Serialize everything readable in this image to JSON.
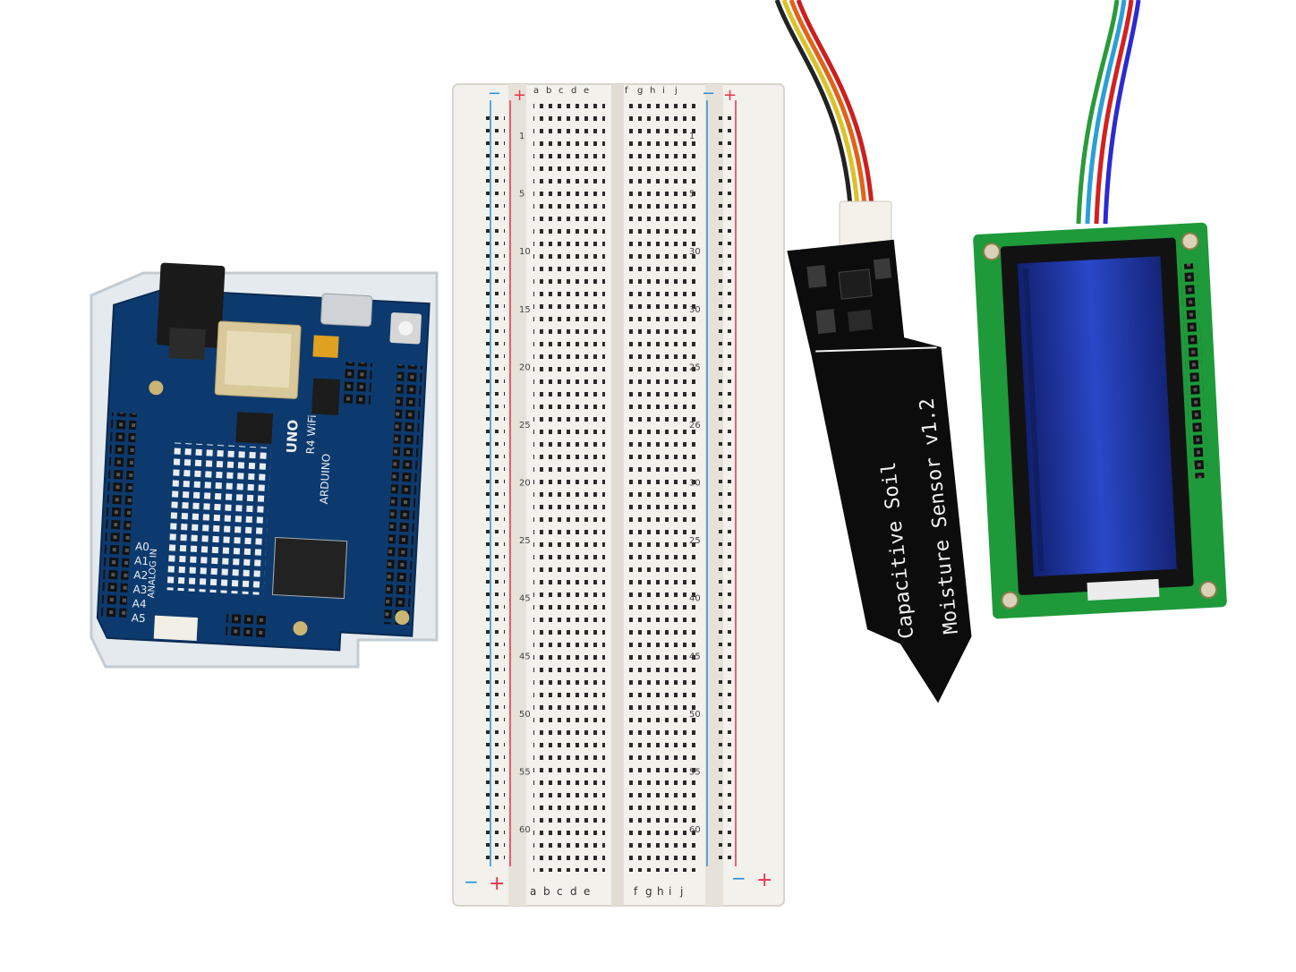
{
  "colors": {
    "background": "#ffffff",
    "arduino_board": "#0d3a6e",
    "arduino_case": "#e9eef2",
    "breadboard": "#f3f1ec",
    "rail_red": "#e8334a",
    "rail_blue": "#2a8fd8",
    "sensor_pcb": "#0c0c0c",
    "lcd_pcb": "#1e9a3a",
    "lcd_screen": "#1c2f8a"
  },
  "arduino": {
    "silkscreen": {
      "model": "UNO",
      "series": "R4 WiFi",
      "brand": "ARDUINO",
      "analog_pins": [
        "A0",
        "A1",
        "A2",
        "A3",
        "A4",
        "A5"
      ],
      "header_label": "ANALOG IN"
    }
  },
  "breadboard": {
    "columns_left": [
      "a",
      "b",
      "c",
      "d",
      "e"
    ],
    "columns_right": [
      "f",
      "g",
      "h",
      "i",
      "j"
    ],
    "rail_minus": "−",
    "rail_plus": "+",
    "row_numbers_left": [
      "1",
      "5",
      "10",
      "15",
      "20",
      "25",
      "20",
      "25",
      "45",
      "45",
      "50",
      "55",
      "60"
    ],
    "row_numbers_right": [
      "1",
      "5",
      "30",
      "30",
      "25",
      "26",
      "30",
      "25",
      "40",
      "45",
      "50",
      "55",
      "60"
    ]
  },
  "sensor": {
    "label_line1": "Capacitive Soil",
    "label_line2": "Moisture Sensor v1.2"
  },
  "lcd": {}
}
